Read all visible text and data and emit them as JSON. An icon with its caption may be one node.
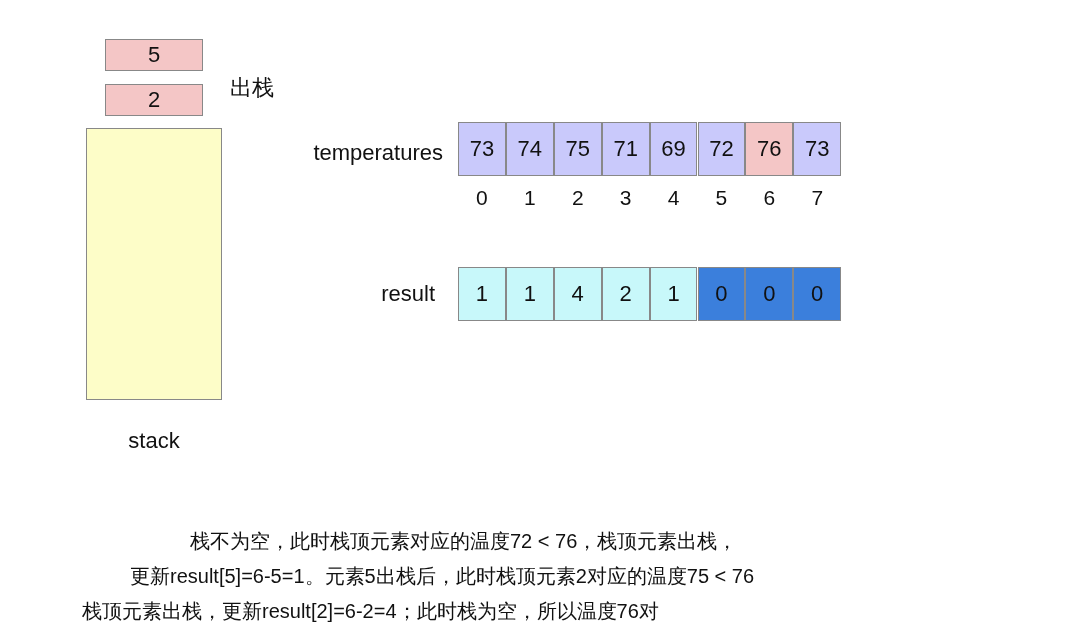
{
  "diagram": {
    "nodes": [
      {
        "text": [
          "5"
        ]
      },
      {
        "text": [
          "2"
        ]
      },
      {
        "text": [
          "stack"
        ]
      },
      {
        "text": [
          "73"
        ]
      },
      {
        "text": [
          "74"
        ]
      },
      {
        "text": [
          "75"
        ]
      },
      {
        "text": [
          "71"
        ]
      },
      {
        "text": [
          "69"
        ]
      },
      {
        "text": [
          "72"
        ]
      },
      {
        "text": [
          "76"
        ]
      },
      {
        "text": [
          "73"
        ]
      },
      {
        "text": [
          "1"
        ]
      },
      {
        "text": [
          "1"
        ]
      },
      {
        "text": [
          "4"
        ]
      },
      {
        "text": [
          "2"
        ]
      },
      {
        "text": [
          "1"
        ]
      },
      {
        "text": [
          "0"
        ]
      },
      {
        "text": [
          "0"
        ]
      },
      {
        "text": [
          "0"
        ]
      }
    ],
    "labels": [
      "出栈",
      "temperatures",
      "0",
      "1",
      "2",
      "3",
      "4",
      "5",
      "6",
      "7",
      "result",
      "栈不为空，此时栈顶元素对应的温度72 < 76，栈顶元素出栈，",
      "更新result[5]=6-5=1。元素5出栈后，此时栈顶元素2对应的温度75 < 76",
      "栈顶元素出栈，更新result[2]=6-2=4；此时栈为空，所以温度76对"
    ]
  }
}
